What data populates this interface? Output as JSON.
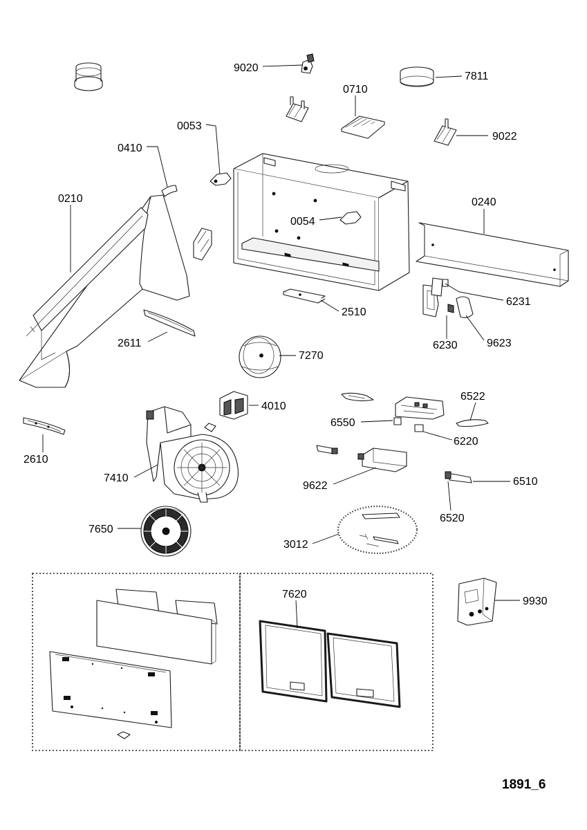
{
  "drawing_id": "1891_6",
  "parts": [
    {
      "code": "9020"
    },
    {
      "code": "7811"
    },
    {
      "code": "0710"
    },
    {
      "code": "0053"
    },
    {
      "code": "9022"
    },
    {
      "code": "0410"
    },
    {
      "code": "0210"
    },
    {
      "code": "0240"
    },
    {
      "code": "0054"
    },
    {
      "code": "6231"
    },
    {
      "code": "2510"
    },
    {
      "code": "2611"
    },
    {
      "code": "6230"
    },
    {
      "code": "9623"
    },
    {
      "code": "7270"
    },
    {
      "code": "4010"
    },
    {
      "code": "6522"
    },
    {
      "code": "6550"
    },
    {
      "code": "6220"
    },
    {
      "code": "2610"
    },
    {
      "code": "7410"
    },
    {
      "code": "9622"
    },
    {
      "code": "6510"
    },
    {
      "code": "6520"
    },
    {
      "code": "7650"
    },
    {
      "code": "3012"
    },
    {
      "code": "7620"
    },
    {
      "code": "9930"
    }
  ]
}
